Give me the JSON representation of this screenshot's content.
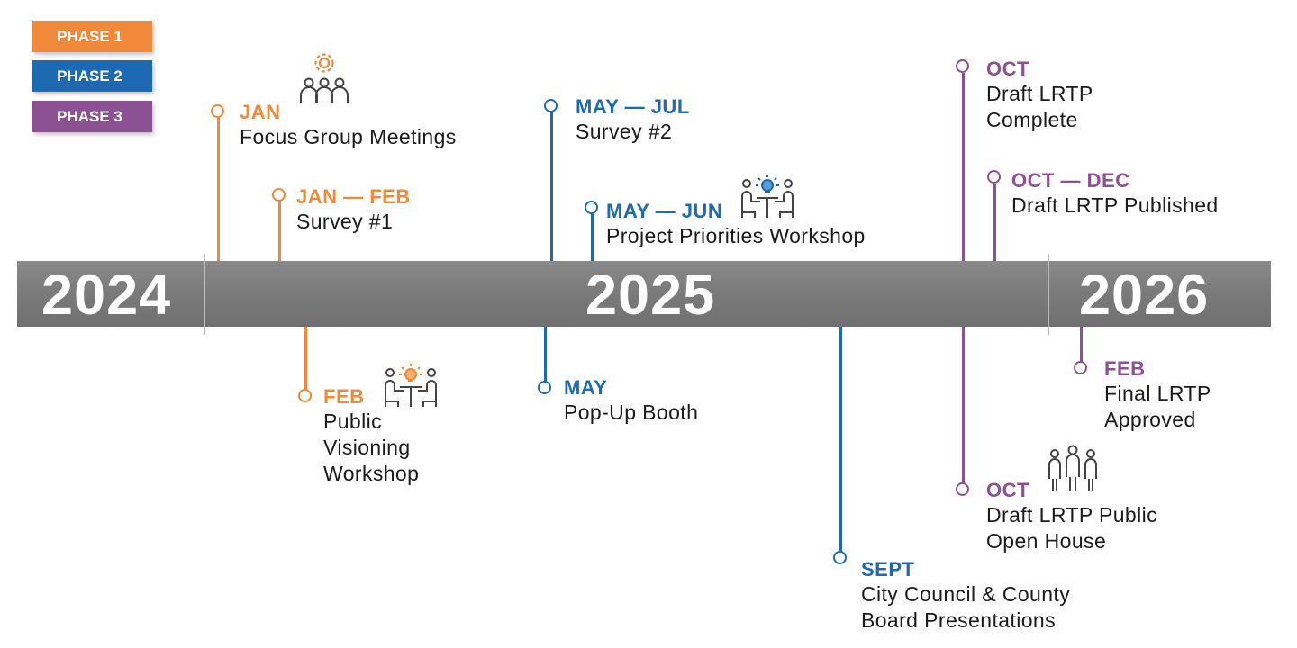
{
  "legend": [
    {
      "label": "PHASE 1",
      "color": "#f08a3a"
    },
    {
      "label": "PHASE 2",
      "color": "#1d6ab3"
    },
    {
      "label": "PHASE 3",
      "color": "#8b5193"
    }
  ],
  "years": [
    "2024",
    "2025",
    "2026"
  ],
  "events": {
    "jan_focus": {
      "date": "JAN",
      "title": "Focus Group Meetings",
      "phase": 1
    },
    "janfeb_survey": {
      "date": "JAN — FEB",
      "title": "Survey #1",
      "phase": 1
    },
    "feb_visioning": {
      "date": "FEB",
      "title_lines": [
        "Public",
        "Visioning",
        "Workshop"
      ],
      "phase": 1
    },
    "mayjul_survey": {
      "date": "MAY — JUL",
      "title": "Survey #2",
      "phase": 2
    },
    "mayjun_workshop": {
      "date": "MAY — JUN",
      "title": "Project Priorities Workshop",
      "phase": 2
    },
    "may_booth": {
      "date": "MAY",
      "title": "Pop-Up Booth",
      "phase": 2
    },
    "sept_presentations": {
      "date": "SEPT",
      "title_lines": [
        "City Council & County",
        "Board Presentations"
      ],
      "phase": 2
    },
    "oct_draft_complete": {
      "date": "OCT",
      "title_lines": [
        "Draft LRTP",
        "Complete"
      ],
      "phase": 3
    },
    "octdec_published": {
      "date": "OCT — DEC",
      "title": "Draft LRTP Published",
      "phase": 3
    },
    "oct_open_house": {
      "date": "OCT",
      "title_lines": [
        "Draft LRTP Public",
        "Open House"
      ],
      "phase": 3
    },
    "feb_final": {
      "date": "FEB",
      "title_lines": [
        "Final LRTP",
        "Approved"
      ],
      "phase": 3
    }
  },
  "icons": [
    "gear-people-icon",
    "meeting-table-icon",
    "group-people-icon"
  ]
}
